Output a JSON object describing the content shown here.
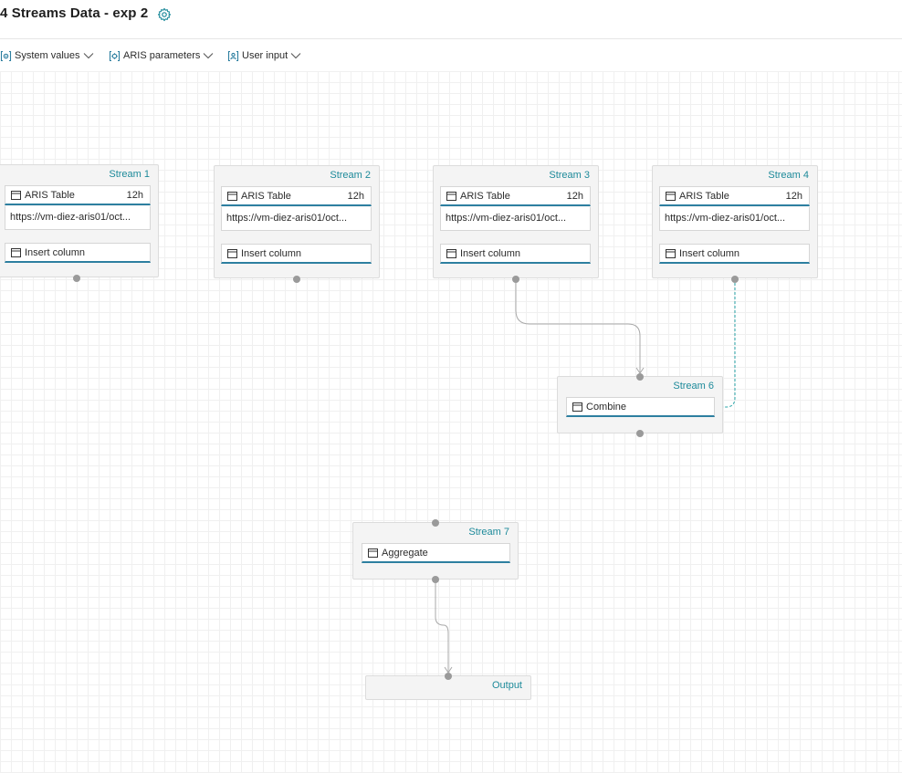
{
  "header": {
    "title": "4 Streams Data - exp 2"
  },
  "toolbar": {
    "items": [
      {
        "label": "System values",
        "icon": "system-values-icon"
      },
      {
        "label": "ARIS parameters",
        "icon": "aris-parameters-icon"
      },
      {
        "label": "User input",
        "icon": "user-input-icon"
      }
    ]
  },
  "colors": {
    "accent": "#1d8a9a",
    "underline": "#2d7fa0",
    "port": "#9a9a9a"
  },
  "streams": [
    {
      "title": "Stream 1",
      "source": "ARIS Table",
      "interval": "12h",
      "url": "https://vm-diez-aris01/oct...",
      "operation": "Insert column"
    },
    {
      "title": "Stream 2",
      "source": "ARIS Table",
      "interval": "12h",
      "url": "https://vm-diez-aris01/oct...",
      "operation": "Insert column"
    },
    {
      "title": "Stream 3",
      "source": "ARIS Table",
      "interval": "12h",
      "url": "https://vm-diez-aris01/oct...",
      "operation": "Insert column"
    },
    {
      "title": "Stream 4",
      "source": "ARIS Table",
      "interval": "12h",
      "url": "https://vm-diez-aris01/oct...",
      "operation": "Insert column"
    },
    {
      "title": "Stream 6",
      "operation": "Combine"
    },
    {
      "title": "Stream 7",
      "operation": "Aggregate"
    },
    {
      "title": "Output"
    }
  ]
}
